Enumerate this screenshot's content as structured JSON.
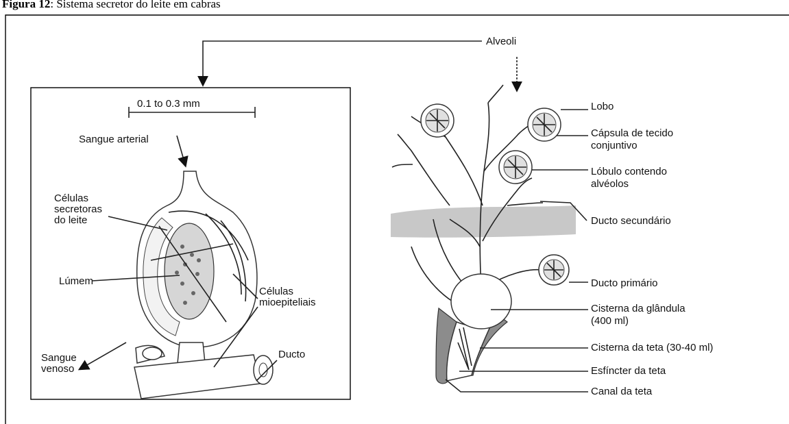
{
  "caption": {
    "figure_number": "Figura 12",
    "text": ": Sistema secretor do leite em cabras"
  },
  "labels": {
    "alveoli": "Alveoli",
    "scale": "0.1 to 0.3 mm",
    "sangue_arterial": "Sangue arterial",
    "celulas_secretoras": [
      "Células",
      "secretoras",
      "do leite"
    ],
    "lumem": "Lúmem",
    "celulas_mioepiteliais": [
      "Células",
      "mioepiteliais"
    ],
    "sangue_venoso": [
      "Sangue",
      "venoso"
    ],
    "ducto": "Ducto",
    "lobo": "Lobo",
    "capsula": [
      "Cápsula de tecido",
      "conjuntivo"
    ],
    "lobulo": [
      "Lóbulo contendo",
      "alvéolos"
    ],
    "ducto_secundario": "Ducto secundário",
    "ducto_primario": "Ducto primário",
    "cisterna_glandula": [
      "Cisterna da glândula",
      "(400 ml)"
    ],
    "cisterna_teta": "Cisterna da teta (30-40 ml)",
    "esfincter": "Esfíncter da teta",
    "canal": "Canal da teta"
  }
}
